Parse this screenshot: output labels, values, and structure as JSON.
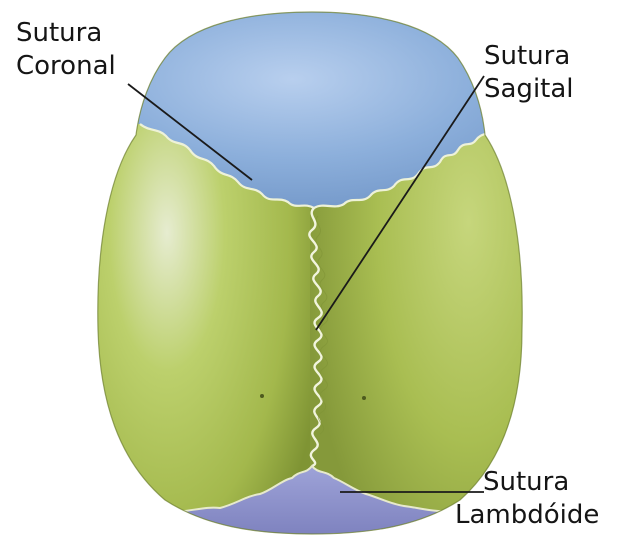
{
  "labels": {
    "coronal": {
      "line1": "Sutura",
      "line2": "Coronal"
    },
    "sagital": {
      "line1": "Sutura",
      "line2": "Sagital"
    },
    "lambdoide": {
      "line1": "Sutura",
      "line2": "Lambdóide"
    }
  },
  "colors": {
    "frontal_bone": "#86aad6",
    "parietal_bone": "#a7bd4f",
    "occipital_bone": "#8a8fcb",
    "suture": "#eef2d8",
    "leader_line": "#1a1a1a",
    "text": "#151515"
  }
}
